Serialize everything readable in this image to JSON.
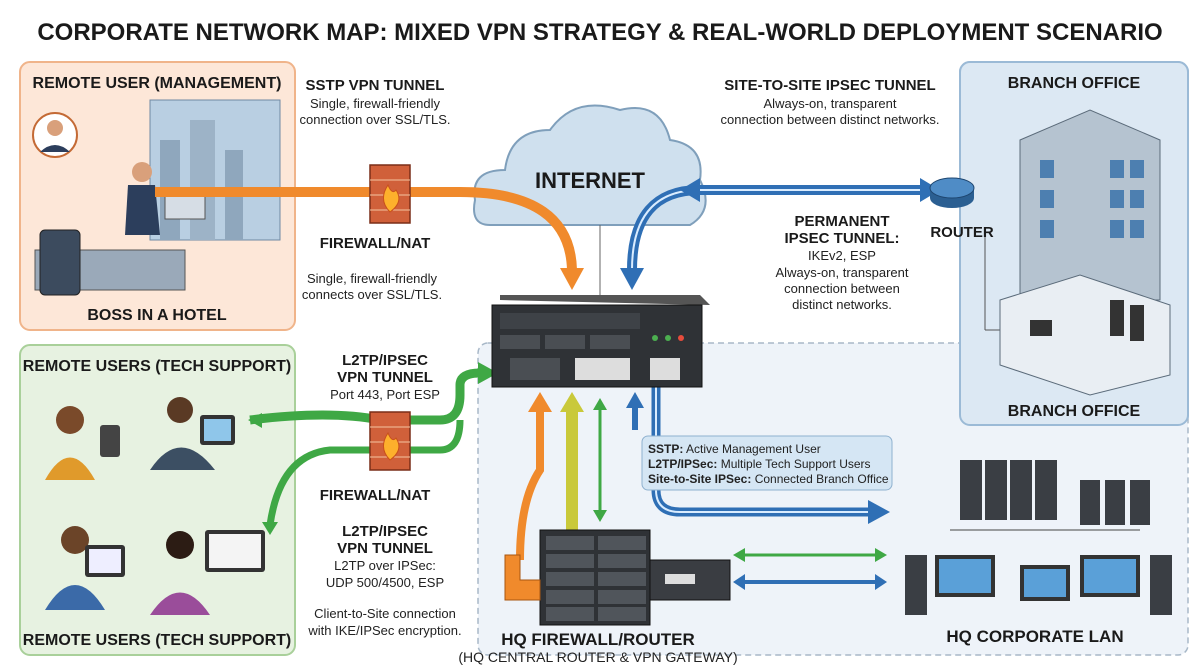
{
  "title": "CORPORATE NETWORK MAP: MIXED VPN STRATEGY & REAL-WORLD DEPLOYMENT SCENARIO",
  "management_panel": {
    "heading": "REMOTE USER (MANAGEMENT)",
    "caption": "BOSS IN A HOTEL"
  },
  "tech_panel": {
    "heading": "REMOTE USERS (TECH SUPPORT)",
    "caption": "REMOTE USERS (TECH SUPPORT)"
  },
  "branch_panel": {
    "heading": "BRANCH OFFICE",
    "caption": "BRANCH OFFICE",
    "router_label": "ROUTER"
  },
  "sstp": {
    "title": "SSTP VPN TUNNEL",
    "line1": "Single, firewall-friendly",
    "line2": "connection over SSL/TLS.",
    "note1": "Single, firewall-friendly",
    "note2": "connects over SSL/TLS."
  },
  "firewall_top": "FIREWALL/NAT",
  "firewall_bottom": "FIREWALL/NAT",
  "internet": "INTERNET",
  "site_to_site": {
    "title": "SITE-TO-SITE IPSEC TUNNEL",
    "line1": "Always-on, transparent",
    "line2": "connection between distinct networks."
  },
  "permanent": {
    "title1": "PERMANENT",
    "title2": "IPSEC TUNNEL:",
    "line1": "IKEv2, ESP",
    "line2": "Always-on, transparent",
    "line3": "connection between",
    "line4": "distinct networks."
  },
  "l2tp_top": {
    "title1": "L2TP/IPSEC",
    "title2": "VPN TUNNEL",
    "line1": "Port 443, Port ESP"
  },
  "l2tp_bottom": {
    "title1": "L2TP/IPSEC",
    "title2": "VPN TUNNEL",
    "line1": "L2TP over IPSec:",
    "line2": "UDP 500/4500, ESP",
    "line3": "Client-to-Site connection",
    "line4": "with IKE/IPSec encryption."
  },
  "legend": [
    {
      "key": "SSTP:",
      "value": " Active Management User"
    },
    {
      "key": "L2TP/IPSec:",
      "value": " Multiple Tech Support Users"
    },
    {
      "key": "Site-to-Site IPSec:",
      "value": " Connected Branch Office"
    }
  ],
  "hq_router": {
    "title": "HQ FIREWALL/ROUTER",
    "subtitle": "(HQ CENTRAL ROUTER & VPN GATEWAY)"
  },
  "hq_lan": "HQ CORPORATE LAN",
  "colors": {
    "sstp": "#f08a2c",
    "l2tp": "#3fa845",
    "ipsec": "#2f6fb5",
    "mgmt_bg": "#fde7d8",
    "tech_bg": "#e7f2e1",
    "branch_bg": "#dce8f3",
    "hq_bg": "#eef3f9"
  }
}
